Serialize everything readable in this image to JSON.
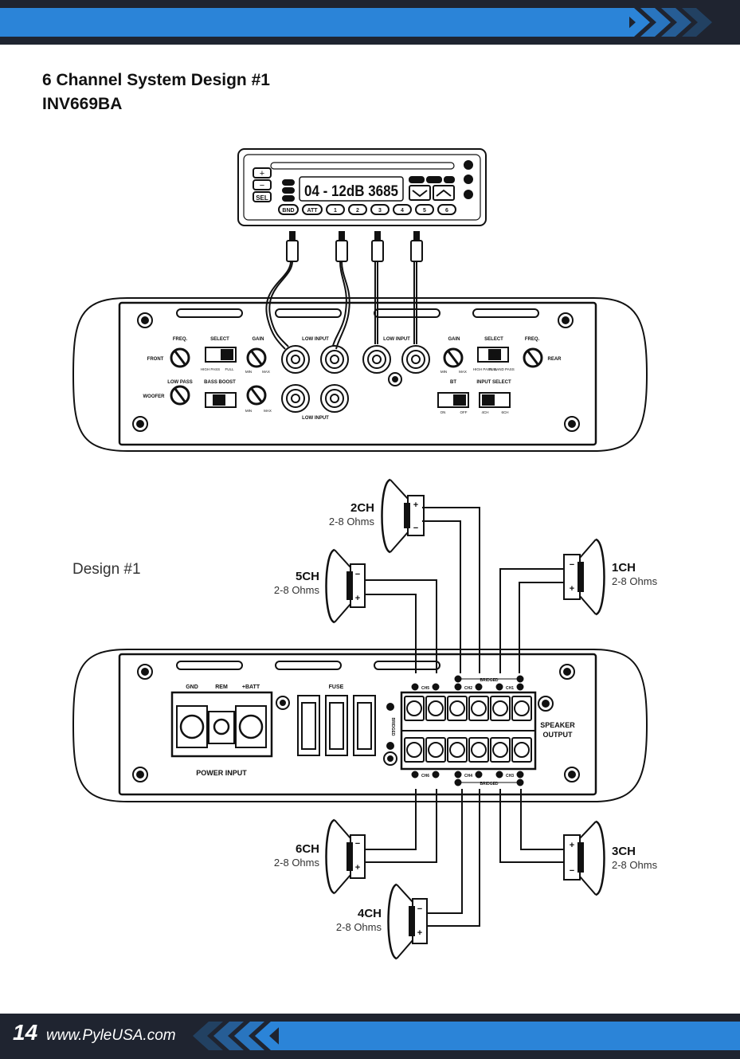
{
  "header": {
    "title_line1": "6 Channel System Design #1",
    "title_line2": "INV669BA"
  },
  "footer": {
    "page_number": "14",
    "website": "www.PyleUSA.com"
  },
  "colors": {
    "accent_blue": "#2b84d8",
    "bar_dark": "#1f2430",
    "line": "#111111"
  },
  "head_unit": {
    "plus": "+",
    "minus": "−",
    "sel": "SEL",
    "display_text": "04 - 12dB 3685",
    "buttons": [
      "BND",
      "ATT",
      "1",
      "2",
      "3",
      "4",
      "5",
      "6"
    ]
  },
  "amp_top": {
    "freq_left": "FREQ.",
    "select_left": "SELECT",
    "gain_left": "GAIN",
    "low_input_top": "LOW INPUT",
    "low_input_top_r": "LOW INPUT",
    "gain_right": "GAIN",
    "select_right": "SELECT",
    "freq_right": "FREQ.",
    "front": "FRONT",
    "rear": "REAR",
    "woofer": "WOOFER",
    "low_pass": "LOW PASS",
    "bass_boost": "BASS BOOST",
    "low_input_bottom": "LOW INPUT",
    "input_select": "INPUT SELECT",
    "high_pass": "HIGH PASS",
    "full": "FULL",
    "band_pass": "BAND PASS",
    "min": "MIN",
    "max": "MAX",
    "on": "ON",
    "off": "OFF",
    "bt": "BT",
    "ch4": "4CH",
    "ch6": "6CH"
  },
  "amp_bottom": {
    "gnd": "GND",
    "rem": "REM",
    "batt": "+BATT",
    "fuse": "FUSE",
    "power_input": "POWER INPUT",
    "speaker_output_1": "SPEAKER",
    "speaker_output_2": "OUTPUT",
    "bridged": "BRIDGED",
    "ch5": "CH5",
    "ch2": "CH2",
    "ch1": "CH1",
    "ch6": "CH6",
    "ch4": "CH4",
    "ch3": "CH3"
  },
  "design_label": "Design #1",
  "speakers": [
    {
      "ch": "2CH",
      "ohms": "2-8 Ohms"
    },
    {
      "ch": "1CH",
      "ohms": "2-8 Ohms"
    },
    {
      "ch": "5CH",
      "ohms": "2-8 Ohms"
    },
    {
      "ch": "6CH",
      "ohms": "2-8 Ohms"
    },
    {
      "ch": "3CH",
      "ohms": "2-8 Ohms"
    },
    {
      "ch": "4CH",
      "ohms": "2-8 Ohms"
    }
  ],
  "plus": "+",
  "minus": "−"
}
